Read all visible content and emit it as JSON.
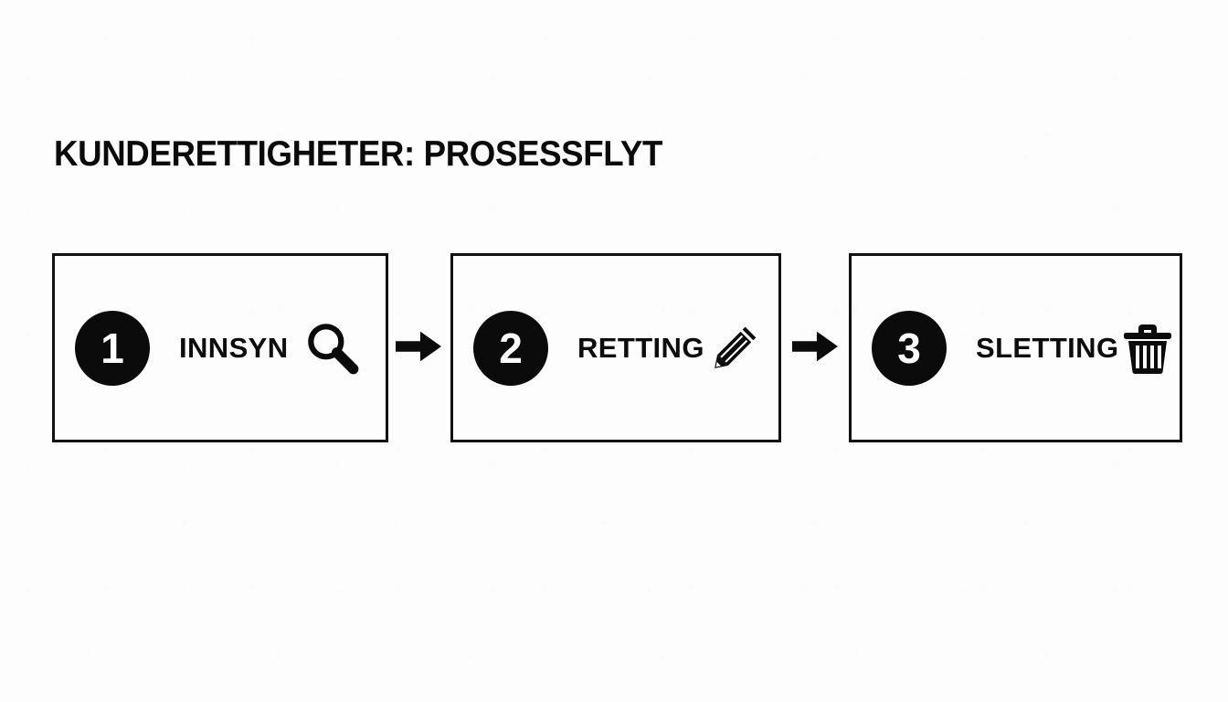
{
  "page": {
    "title": "KUNDERETTIGHETER: PROSESSFLYT",
    "background_color": "#fdfdfd",
    "ink_color": "#0b0b0b"
  },
  "flow": {
    "direction": "left-to-right",
    "steps": [
      {
        "number": "1",
        "label": "INNSYN",
        "icon": "magnifier-icon"
      },
      {
        "number": "2",
        "label": "RETTING",
        "icon": "pencil-icon"
      },
      {
        "number": "3",
        "label": "SLETTING",
        "icon": "trash-icon"
      }
    ],
    "connectors": [
      {
        "icon": "arrow-right-icon"
      },
      {
        "icon": "arrow-right-icon"
      }
    ]
  }
}
